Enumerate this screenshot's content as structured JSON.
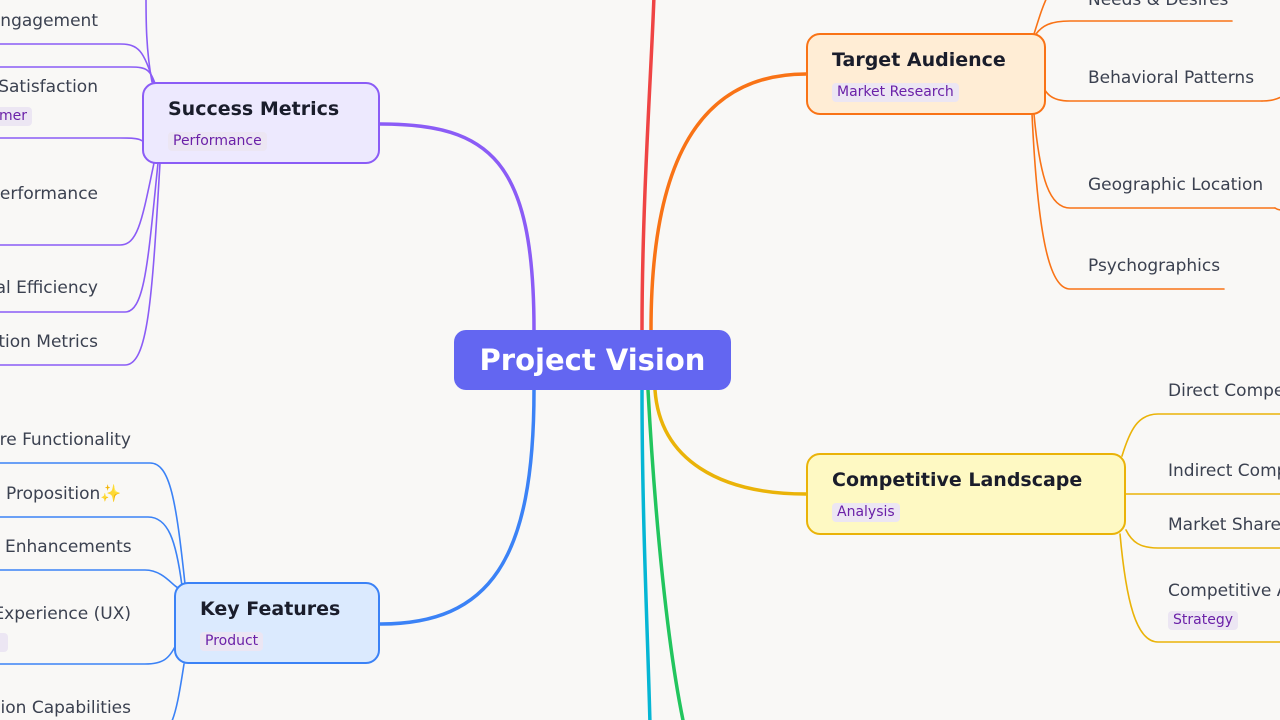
{
  "center": {
    "label": "Project Vision"
  },
  "colors": {
    "center": "#6366f1",
    "success_metrics": "#8b5cf6",
    "key_features": "#3b82f6",
    "target_audience": "#f97316",
    "competitive_landscape": "#eab308",
    "red_branch": "#ef4444",
    "green_branch": "#22c55e",
    "cyan_branch": "#06b6d4",
    "tag_text": "#6b21a8"
  },
  "branches": {
    "success_metrics": {
      "title": "Success Metrics",
      "tag": "Performance",
      "children": [
        {
          "label": "Engagement"
        },
        {
          "label": "Satisfaction",
          "tag": "mer"
        },
        {
          "label": "Performance"
        },
        {
          "label": "al Efficiency"
        },
        {
          "label": "tion Metrics"
        }
      ]
    },
    "key_features": {
      "title": "Key Features",
      "tag": "Product",
      "children": [
        {
          "label": "re Functionality"
        },
        {
          "label": "Proposition✨"
        },
        {
          "label": "Enhancements"
        },
        {
          "label": "Experience (UX)"
        },
        {
          "label": "ion Capabilities"
        }
      ]
    },
    "target_audience": {
      "title": "Target Audience",
      "tag": "Market Research",
      "children": [
        {
          "label": "Needs & Desires"
        },
        {
          "label": "Behavioral Patterns"
        },
        {
          "label": "Geographic Location"
        },
        {
          "label": "Psychographics"
        }
      ]
    },
    "competitive_landscape": {
      "title": "Competitive Landscape",
      "tag": "Analysis",
      "children": [
        {
          "label": "Direct Compe"
        },
        {
          "label": "Indirect Comp"
        },
        {
          "label": "Market Share"
        },
        {
          "label": "Competitive A",
          "tag": "Strategy"
        }
      ]
    }
  }
}
